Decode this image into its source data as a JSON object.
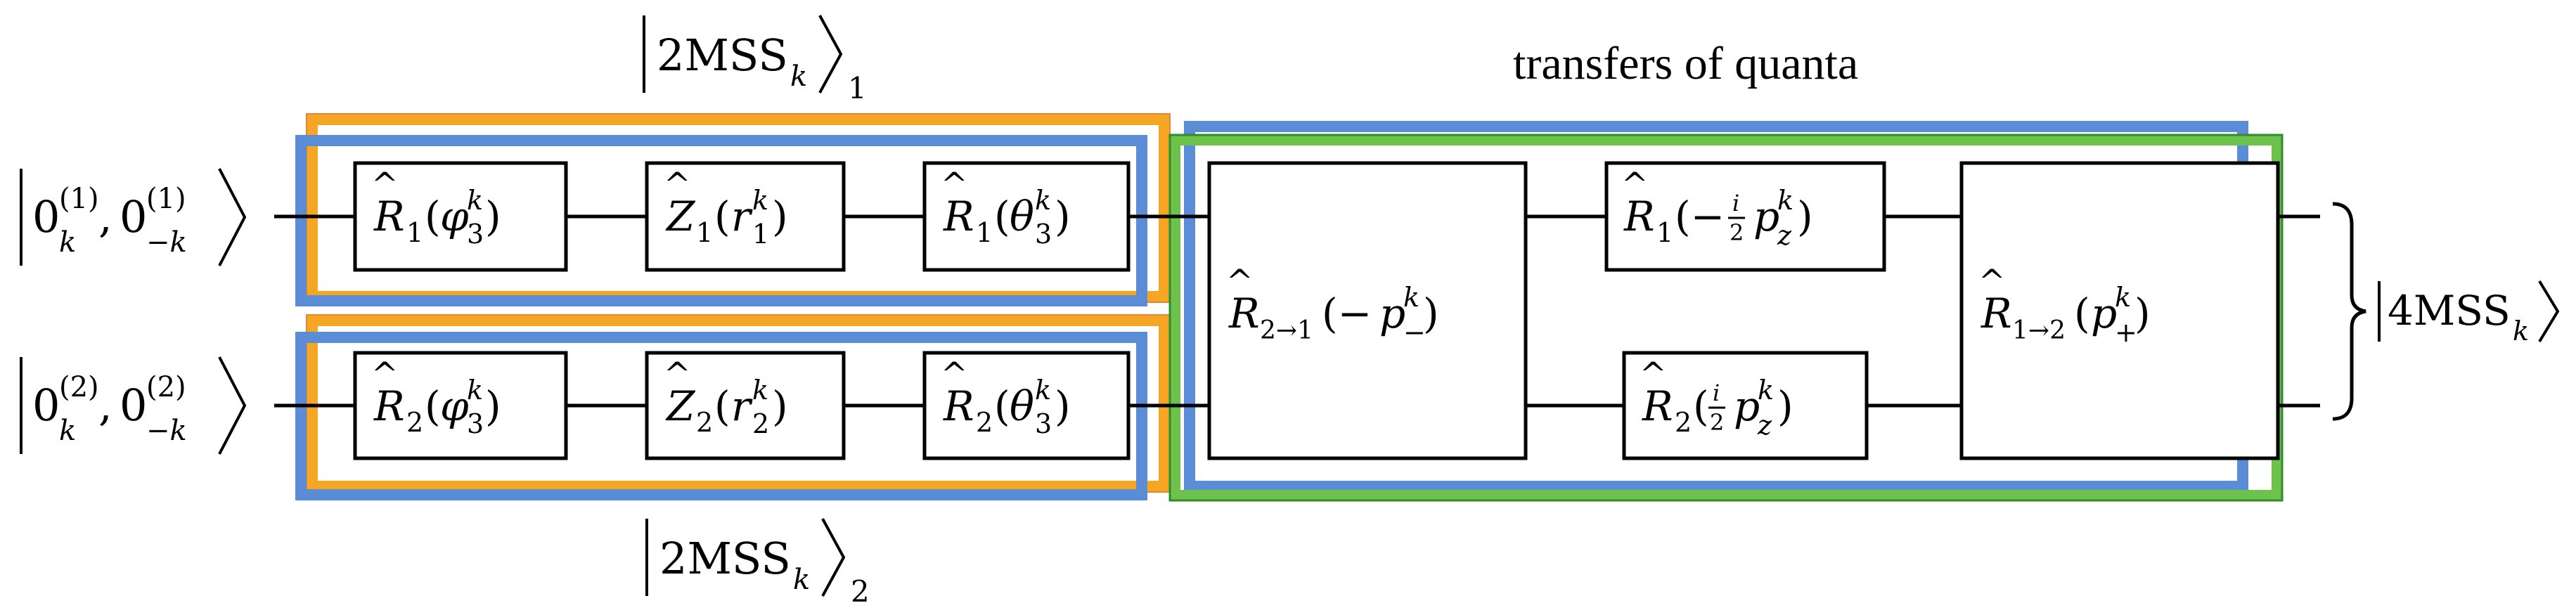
{
  "headings": {
    "top_group": "2MSS",
    "top_group_subscript": "k",
    "top_group_index": "1",
    "bottom_group": "2MSS",
    "bottom_group_subscript": "k",
    "bottom_group_index": "2",
    "transfers": "transfers of quanta",
    "output_state": "4MSS",
    "output_state_subscript": "k"
  },
  "inputs": {
    "mode_1": {
      "vacuum_a": "0",
      "sup_a": "(1)",
      "sub_a": "k",
      "vacuum_b": "0",
      "sup_b": "(1)",
      "sub_b": "−k"
    },
    "mode_2": {
      "vacuum_a": "0",
      "sup_a": "(2)",
      "sub_a": "k",
      "vacuum_b": "0",
      "sup_b": "(2)",
      "sub_b": "−k"
    }
  },
  "gates": {
    "r1_phi": {
      "op": "R",
      "idx": "1",
      "arg": "φ",
      "arg_sup": "k",
      "arg_sub": "3"
    },
    "z1": {
      "op": "Z",
      "idx": "1",
      "arg": "r",
      "arg_sup": "k",
      "arg_sub": "1"
    },
    "r1_theta": {
      "op": "R",
      "idx": "1",
      "arg": "θ",
      "arg_sup": "k",
      "arg_sub": "3"
    },
    "r2_phi": {
      "op": "R",
      "idx": "2",
      "arg": "φ",
      "arg_sup": "k",
      "arg_sub": "3"
    },
    "z2": {
      "op": "Z",
      "idx": "2",
      "arg": "r",
      "arg_sup": "k",
      "arg_sub": "2"
    },
    "r2_theta": {
      "op": "R",
      "idx": "2",
      "arg": "θ",
      "arg_sup": "k",
      "arg_sub": "3"
    },
    "r21": {
      "op": "R",
      "idx": "2→1",
      "pre": "(−",
      "arg": "p",
      "arg_sup": "k",
      "arg_sub": "−",
      "post": ")"
    },
    "r1_pz": {
      "op": "R",
      "idx": "1",
      "pre": "(−",
      "frac_num": "i",
      "frac_den": "2",
      "arg": "p",
      "arg_sup": "k",
      "arg_sub": "z",
      "post": ")"
    },
    "r2_pz": {
      "op": "R",
      "idx": "2",
      "pre": "(",
      "frac_num": "i",
      "frac_den": "2",
      "arg": "p",
      "arg_sup": "k",
      "arg_sub": "z",
      "post": ")"
    },
    "r12": {
      "op": "R",
      "idx": "1→2",
      "pre": "(",
      "arg": "p",
      "arg_sup": "k",
      "arg_sub": "+",
      "post": ")"
    }
  },
  "colors": {
    "orange": "#F5A623",
    "orange_edge": "#E8833A",
    "blue": "#5B8DD6",
    "green": "#6CC24A",
    "green_edge": "#2E8B2E",
    "line": "#000000"
  }
}
